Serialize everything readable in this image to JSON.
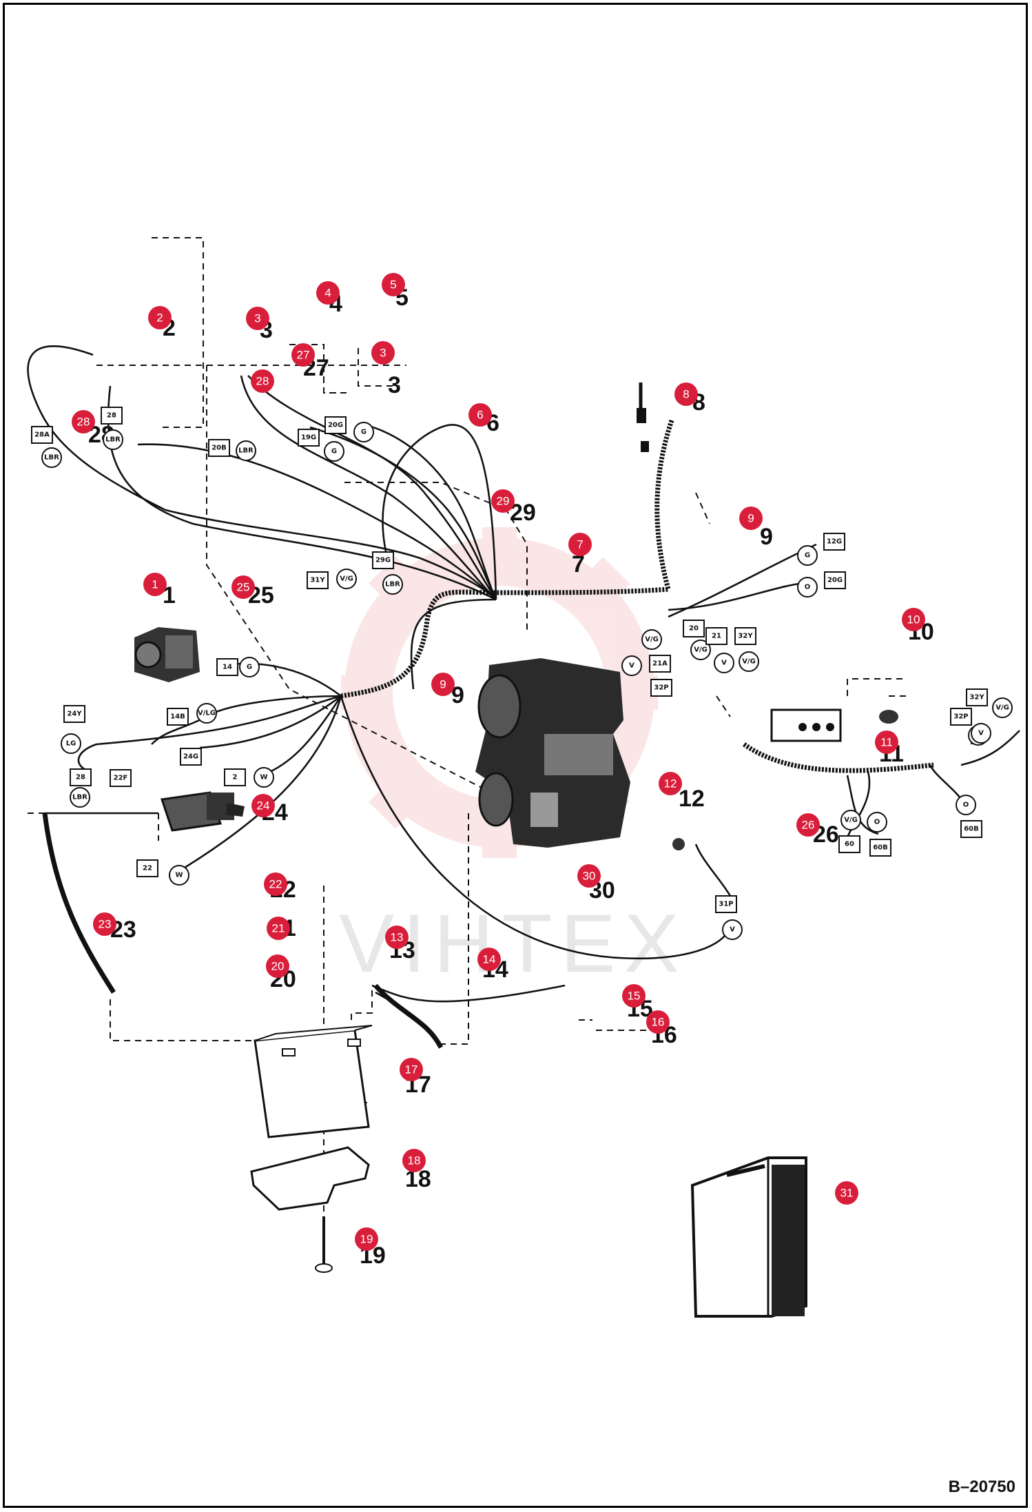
{
  "reference_code": "B–20750",
  "watermark_text": "VIHTEX",
  "colors": {
    "callout": "#d81e3a",
    "watermark": "#f3b9b9",
    "line": "#111111"
  },
  "callouts": [
    "1",
    "2",
    "3",
    "3",
    "4",
    "5",
    "6",
    "7",
    "8",
    "9",
    "9",
    "10",
    "11",
    "12",
    "13",
    "14",
    "15",
    "16",
    "17",
    "18",
    "19",
    "20",
    "21",
    "22",
    "23",
    "24",
    "25",
    "26",
    "27",
    "28",
    "28",
    "29",
    "30",
    "31"
  ],
  "part_labels": [
    "1",
    "2",
    "3",
    "3",
    "4",
    "5",
    "6",
    "7",
    "8",
    "9",
    "9",
    "10",
    "11",
    "12",
    "13",
    "14",
    "15",
    "16",
    "17",
    "18",
    "19",
    "20",
    "21",
    "22",
    "23",
    "24",
    "25",
    "26",
    "27",
    "28",
    "29",
    "30"
  ],
  "wire_tags": [
    "28A",
    "LBR",
    "28",
    "LBR",
    "20B",
    "LBR",
    "20G",
    "G",
    "19G",
    "G",
    "29G",
    "LBR",
    "31Y",
    "V/G",
    "14",
    "G",
    "14B",
    "V/LG",
    "24Y",
    "LG",
    "24G",
    "28",
    "LBR",
    "22F",
    "2",
    "W",
    "22",
    "W",
    "12G",
    "G",
    "20G",
    "O",
    "V/G",
    "V",
    "21A",
    "32P",
    "20",
    "V/G",
    "21",
    "V",
    "32Y",
    "V/G",
    "V",
    "32Y",
    "V/G",
    "32P",
    "V",
    "O",
    "60B",
    "V/G",
    "O",
    "60",
    "60B",
    "31P",
    "V"
  ]
}
